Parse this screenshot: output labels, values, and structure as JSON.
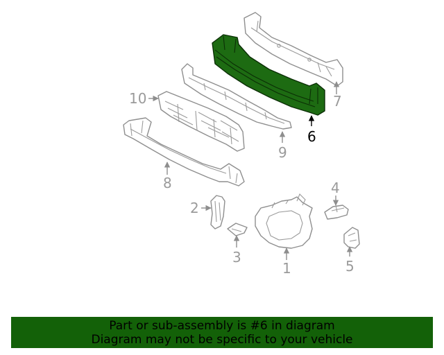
{
  "diagram": {
    "callouts": {
      "c1": "1",
      "c2": "2",
      "c3": "3",
      "c4": "4",
      "c5": "5",
      "c6": "6",
      "c7": "7",
      "c8": "8",
      "c9": "9",
      "c10": "10"
    },
    "highlighted_part": "6",
    "colors": {
      "highlight": "#1d6b12",
      "callout": "#9a9a9a",
      "callout_active": "#000000"
    }
  },
  "banner": {
    "line1": "Part or sub-assembly is #6 in diagram",
    "line2": "Diagram may not be specific to your vehicle",
    "color": "#136108"
  }
}
